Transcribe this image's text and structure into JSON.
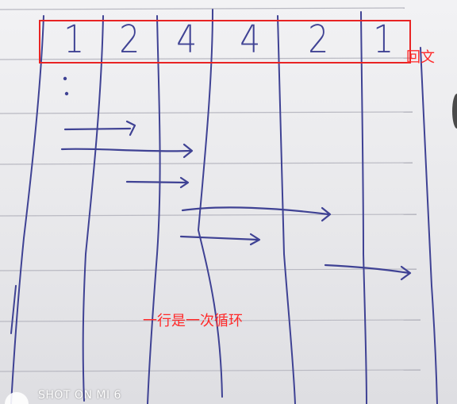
{
  "digits": [
    "1",
    "2",
    "4",
    "4",
    "2",
    "1"
  ],
  "annotations": {
    "palindrome_label": "回文",
    "row_note": "一行是一次循环"
  },
  "watermark": "SHOT ON MI 6",
  "colors": {
    "ink": "#3f4294",
    "annotation_red": "#e82424",
    "paper": "#eeeef1",
    "ruled_line": "#b9b9c2"
  }
}
